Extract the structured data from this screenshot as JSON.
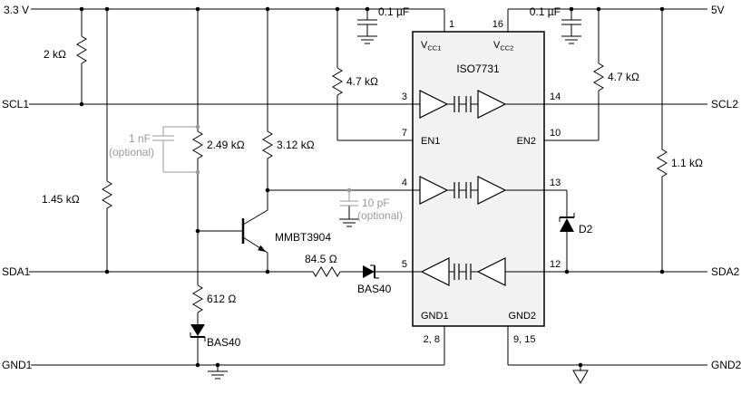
{
  "nets": {
    "v33": "3.3 V",
    "v5": "5V",
    "scl1": "SCL1",
    "sda1": "SDA1",
    "gnd1": "GND1",
    "scl2": "SCL2",
    "sda2": "SDA2",
    "gnd2": "GND2"
  },
  "components": {
    "r_2k": "2 kΩ",
    "r_1_45k": "1.45 kΩ",
    "r_2_49k": "2.49 kΩ",
    "r_3_12k": "3.12 kΩ",
    "r_4_7k_left": "4.7 kΩ",
    "r_4_7k_right": "4.7 kΩ",
    "r_1_1k": "1.1 kΩ",
    "r_612": "612 Ω",
    "r_84_5": "84.5 Ω",
    "c_bypass_left": "0.1 µF",
    "c_bypass_right": "0.1 µF",
    "c_1nf": "1 nF",
    "c_1nf_note": "(optional)",
    "c_10pf": "10 pF",
    "c_10pf_note": "(optional)",
    "q1": "MMBT3904",
    "d_bias": "BAS40",
    "d_sda1": "BAS40",
    "d2": "D2"
  },
  "ic": {
    "part": "ISO7731",
    "vcc1_v": "V",
    "vcc1_sub": "CC1",
    "vcc2_v": "V",
    "vcc2_sub": "CC2",
    "en1": "EN1",
    "en2": "EN2",
    "gnd1": "GND1",
    "gnd2": "GND2",
    "pins": {
      "p1": "1",
      "p16": "16",
      "p3": "3",
      "p14": "14",
      "p7": "7",
      "p10": "10",
      "p4": "4",
      "p13": "13",
      "p5": "5",
      "p12": "12",
      "p2_8": "2, 8",
      "p9_15": "9, 15"
    }
  },
  "colors": {
    "wire": "#000000",
    "optional": "#9a9a9a",
    "ic_fill": "#f2f2f2",
    "bg": "#ffffff"
  }
}
